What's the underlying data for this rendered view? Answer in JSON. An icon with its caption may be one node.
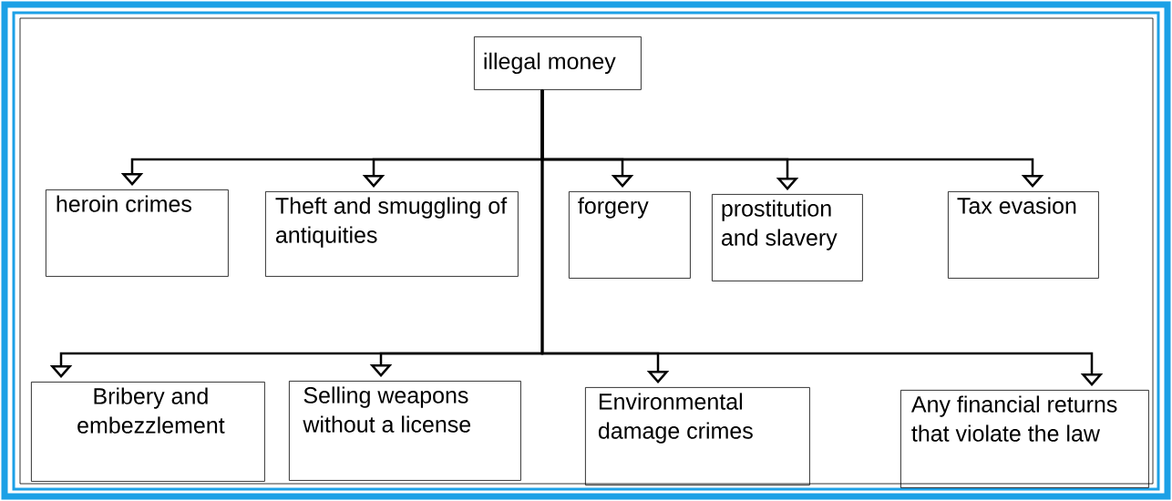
{
  "diagram": {
    "nodes": [
      {
        "text": [
          "illegal money"
        ]
      },
      {
        "text": [
          "heroin crimes"
        ]
      },
      {
        "text": [
          "Theft and smuggling of antiquities"
        ]
      },
      {
        "text": [
          "forgery"
        ]
      },
      {
        "text": [
          "prostitution and slavery"
        ]
      },
      {
        "text": [
          "Tax evasion"
        ]
      },
      {
        "text": [
          "Bribery and embezzlement"
        ]
      },
      {
        "text": [
          "Selling weapons without a license"
        ]
      },
      {
        "text": [
          "Environmental damage crimes"
        ]
      },
      {
        "text": [
          "Any financial returns that violate the law"
        ]
      }
    ],
    "edges": [
      {
        "from": 0,
        "to": 1,
        "arrow": "to"
      },
      {
        "from": 0,
        "to": 2,
        "arrow": "to"
      },
      {
        "from": 0,
        "to": 3,
        "arrow": "to"
      },
      {
        "from": 0,
        "to": 4,
        "arrow": "to"
      },
      {
        "from": 0,
        "to": 5,
        "arrow": "to"
      },
      {
        "from": 0,
        "to": 6,
        "arrow": "to"
      },
      {
        "from": 0,
        "to": 7,
        "arrow": "to"
      },
      {
        "from": 0,
        "to": 8,
        "arrow": "to"
      },
      {
        "from": 0,
        "to": 9,
        "arrow": "to"
      }
    ]
  }
}
